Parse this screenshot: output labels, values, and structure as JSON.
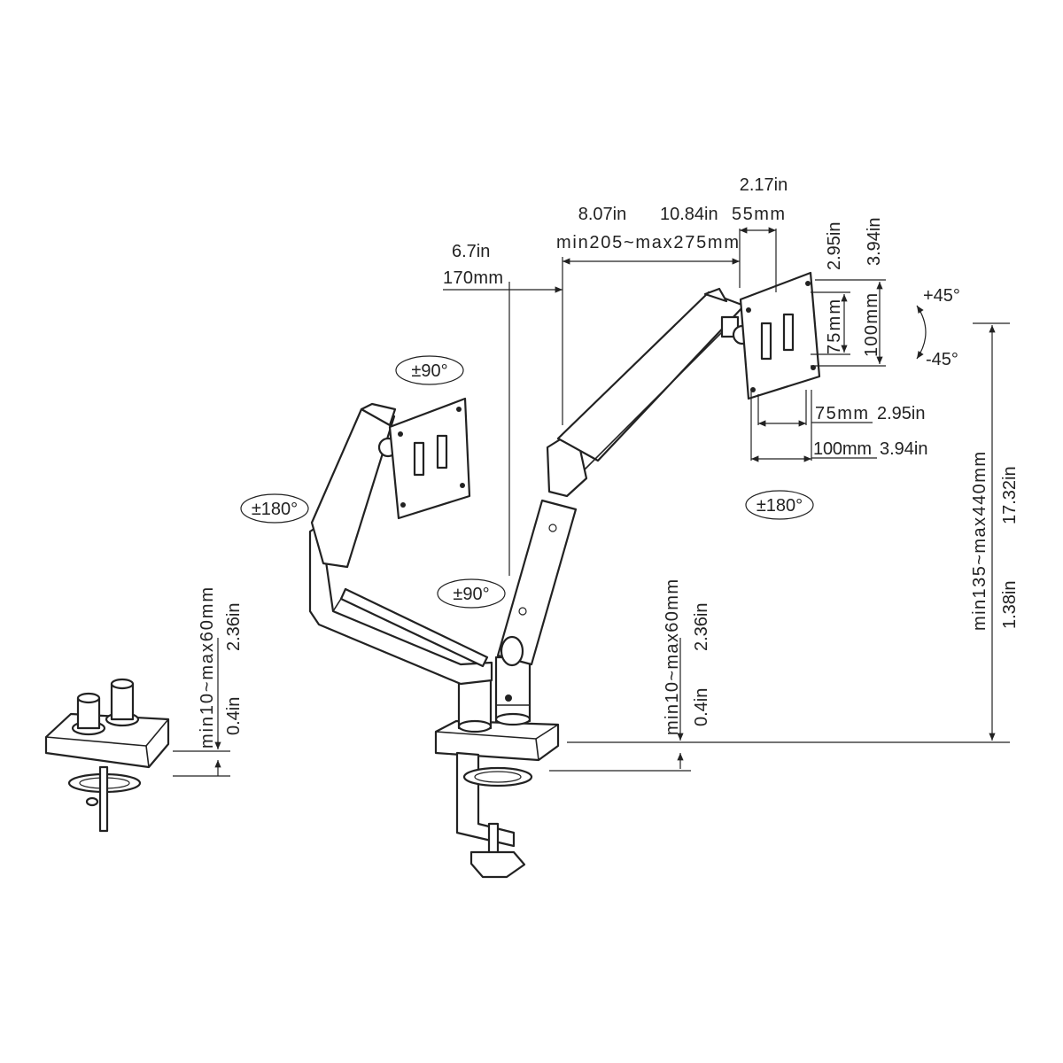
{
  "dimensions": {
    "pan_offset_in": "2.17in",
    "arm_min_in": "8.07in",
    "arm_max_in": "10.84in",
    "pan_offset_mm": "55mm",
    "arm_range_mm": "min205~max275mm",
    "forearm_in": "6.7in",
    "forearm_mm": "170mm",
    "vesa_v_small_in": "2.95in",
    "vesa_v_large_in": "3.94in",
    "vesa_v_small_mm": "75mm",
    "vesa_v_large_mm": "100mm",
    "tilt_up": "+45°",
    "tilt_down": "-45°",
    "vesa_h_small_mm": "75mm",
    "vesa_h_small_in": "2.95in",
    "vesa_h_large_mm": "100mm",
    "vesa_h_large_in": "3.94in",
    "rotate_left_top": "±90°",
    "rotate_left_swivel": "±180°",
    "rotate_center": "±90°",
    "rotate_right_swivel": "±180°",
    "grommet_range_mm": "min10~max60mm",
    "grommet_max_in": "2.36in",
    "grommet_min_in": "0.4in",
    "clamp_range_mm": "min10~max60mm",
    "clamp_max_in": "2.36in",
    "clamp_min_in": "0.4in",
    "height_range_mm": "min135~max440mm",
    "height_max_in": "17.32in",
    "height_min_in": "1.38in"
  }
}
